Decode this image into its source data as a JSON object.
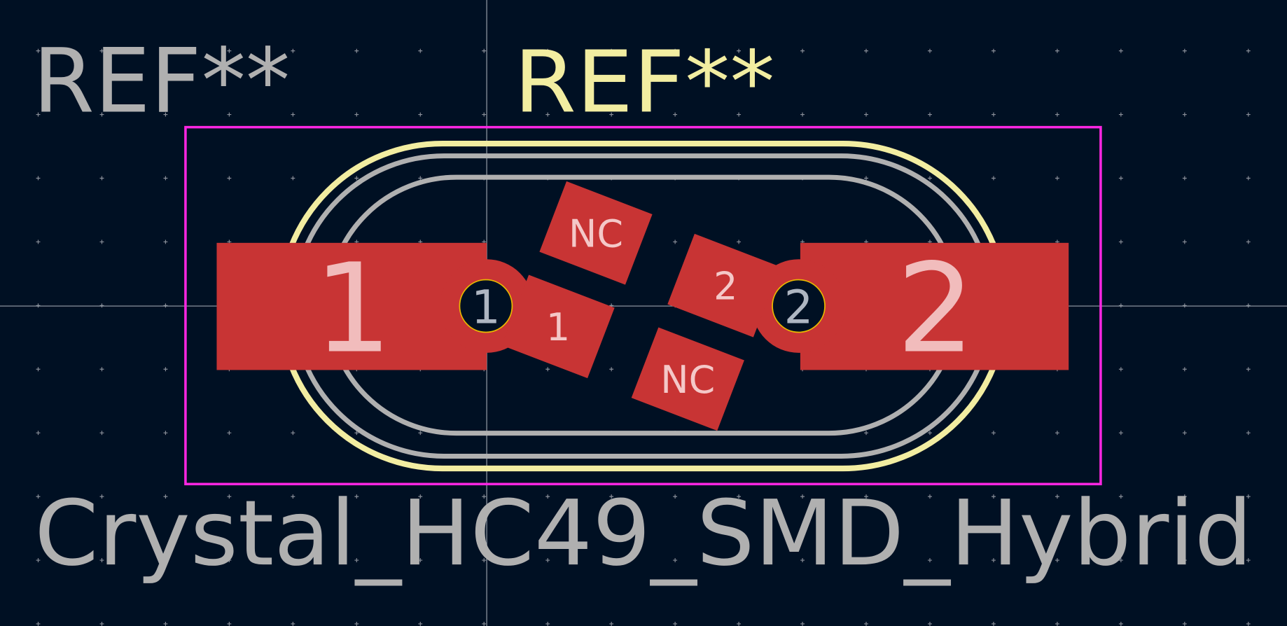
{
  "footprint": {
    "reference": "REF**",
    "fab_reference": "REF**",
    "value": "Crystal_HC49_SMD_Hybrid",
    "pads": [
      {
        "number": "1",
        "type": "smd-large"
      },
      {
        "number": "2",
        "type": "smd-large"
      }
    ],
    "drill_labels": [
      "1",
      "2"
    ],
    "small_pads": [
      "NC",
      "1",
      "2",
      "NC"
    ]
  },
  "colors": {
    "background": "#001023",
    "silkscreen": "#f2eda1",
    "courtyard": "#ff26e2",
    "fabrication": "#b0b0b0",
    "copper": "#c83434",
    "pad_text": "#f4c8c8",
    "drill_outline": "#e8b800",
    "grid": "#8a8f99"
  }
}
